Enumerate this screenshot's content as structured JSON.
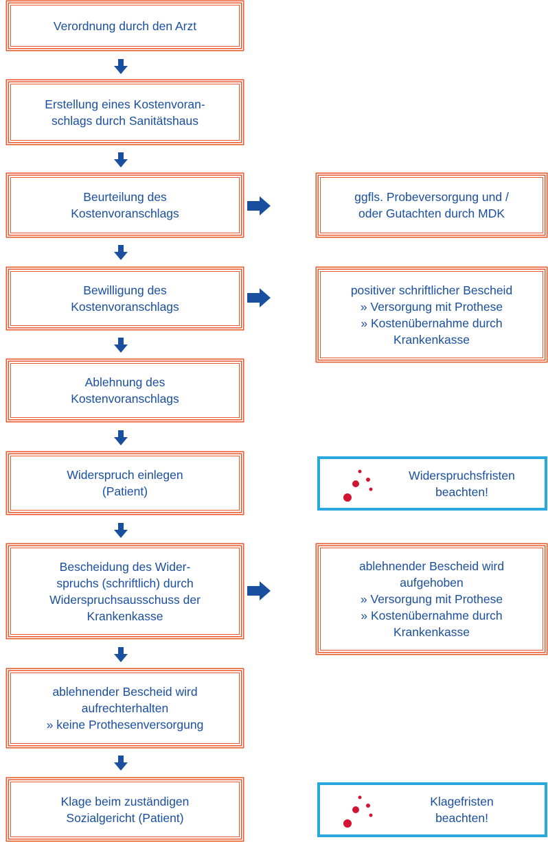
{
  "colors": {
    "box_border": "#e8562a",
    "note_border": "#29a8e0",
    "text": "#1a4fa0",
    "arrow": "#1a4fa0",
    "dots": "#d21433"
  },
  "steps": [
    {
      "lines": [
        "Verordnung durch den Arzt"
      ]
    },
    {
      "lines": [
        "Erstellung eines Kostenvoran-",
        "schlags durch Sanitätshaus"
      ]
    },
    {
      "lines": [
        "Beurteilung des",
        "Kostenvoranschlags"
      ]
    },
    {
      "lines": [
        "Bewilligung des",
        "Kostenvoranschlags"
      ]
    },
    {
      "lines": [
        "Ablehnung des",
        "Kostenvoranschlags"
      ]
    },
    {
      "lines": [
        "Widerspruch einlegen",
        "(Patient)"
      ]
    },
    {
      "lines": [
        "Bescheidung des Wider-",
        "spruchs (schriftlich) durch",
        "Widerspruchsausschuss der",
        "Krankenkasse"
      ]
    },
    {
      "lines": [
        "ablehnender Bescheid wird",
        "aufrechterhalten",
        "» keine Prothesenversorgung"
      ]
    },
    {
      "lines": [
        "Klage beim zuständigen",
        "Sozialgericht (Patient)"
      ]
    }
  ],
  "side_results": [
    {
      "lines": [
        "ggfls. Probeversorgung und /",
        "oder Gutachten durch MDK"
      ]
    },
    {
      "lines": [
        "positiver schriftlicher Bescheid",
        "» Versorgung mit Prothese",
        "» Kostenübernahme durch",
        "Krankenkasse"
      ]
    },
    {
      "lines": [
        "ablehnender Bescheid wird",
        "aufgehoben",
        "» Versorgung mit Prothese",
        "» Kostenübernahme durch",
        "Krankenkasse"
      ]
    }
  ],
  "notes": [
    {
      "lines": [
        "Widerspruchsfristen",
        "beachten!"
      ],
      "icon": "red-dots-icon"
    },
    {
      "lines": [
        "Klagefristen",
        "beachten!"
      ],
      "icon": "red-dots-icon"
    }
  ]
}
